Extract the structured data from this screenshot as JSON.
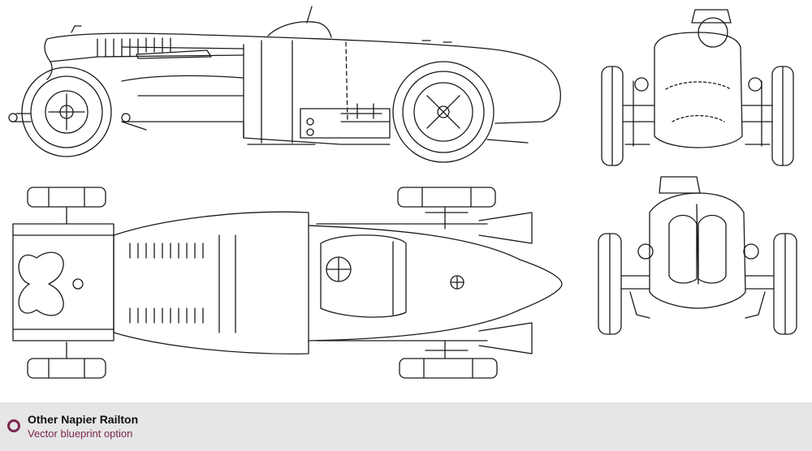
{
  "footer": {
    "title": "Other Napier Railton",
    "subtitle": "Vector blueprint option",
    "accent_color": "#7a2750",
    "bullet_icon": "circle-ring-icon"
  },
  "drawing": {
    "views": [
      "side-view",
      "top-view",
      "front-view",
      "rear-view"
    ],
    "line_color": "#1a1a1a",
    "background": "#ffffff"
  }
}
